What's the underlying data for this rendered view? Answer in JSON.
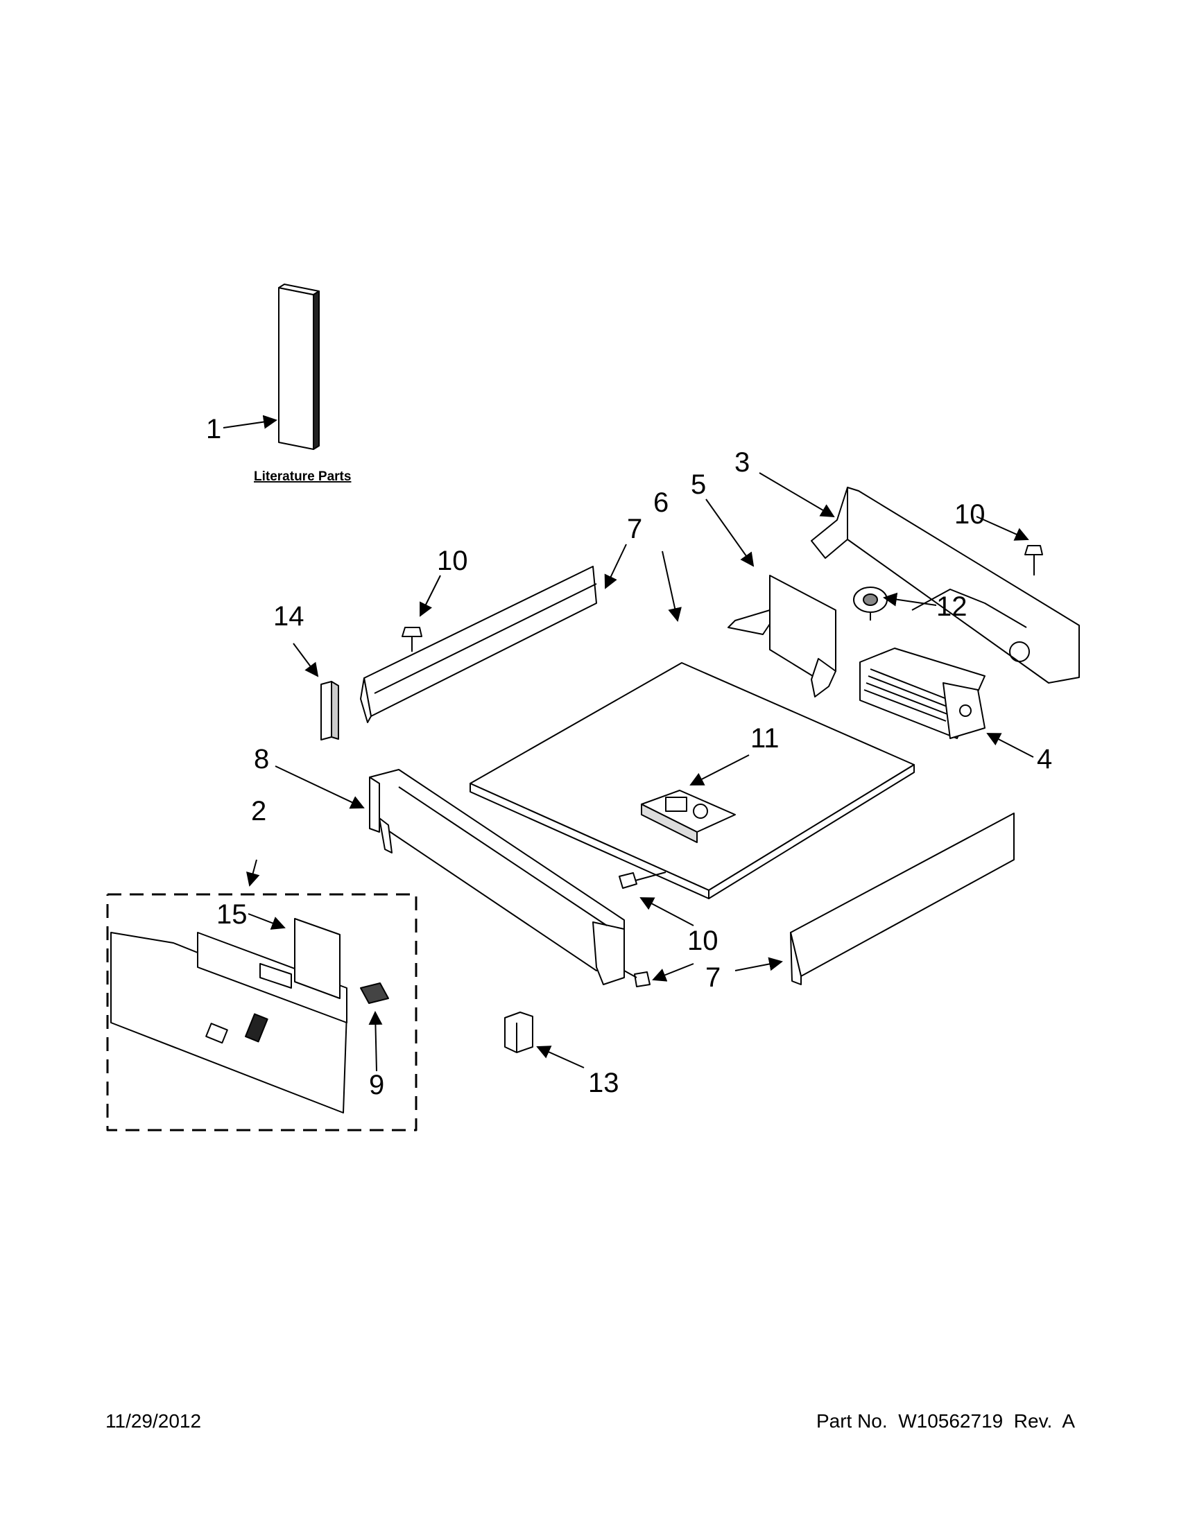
{
  "diagram": {
    "literature_label": "Literature Parts",
    "callouts": {
      "c1": "1",
      "c2": "2",
      "c3": "3",
      "c4": "4",
      "c5": "5",
      "c6": "6",
      "c7a": "7",
      "c7b": "7",
      "c8": "8",
      "c9": "9",
      "c10a": "10",
      "c10b": "10",
      "c10c": "10",
      "c11": "11",
      "c12": "12",
      "c13": "13",
      "c14": "14",
      "c15": "15"
    }
  },
  "footer": {
    "date": "11/29/2012",
    "part_label": "Part No.",
    "part_number": "W10562719",
    "rev_label": "Rev.",
    "rev": "A"
  }
}
